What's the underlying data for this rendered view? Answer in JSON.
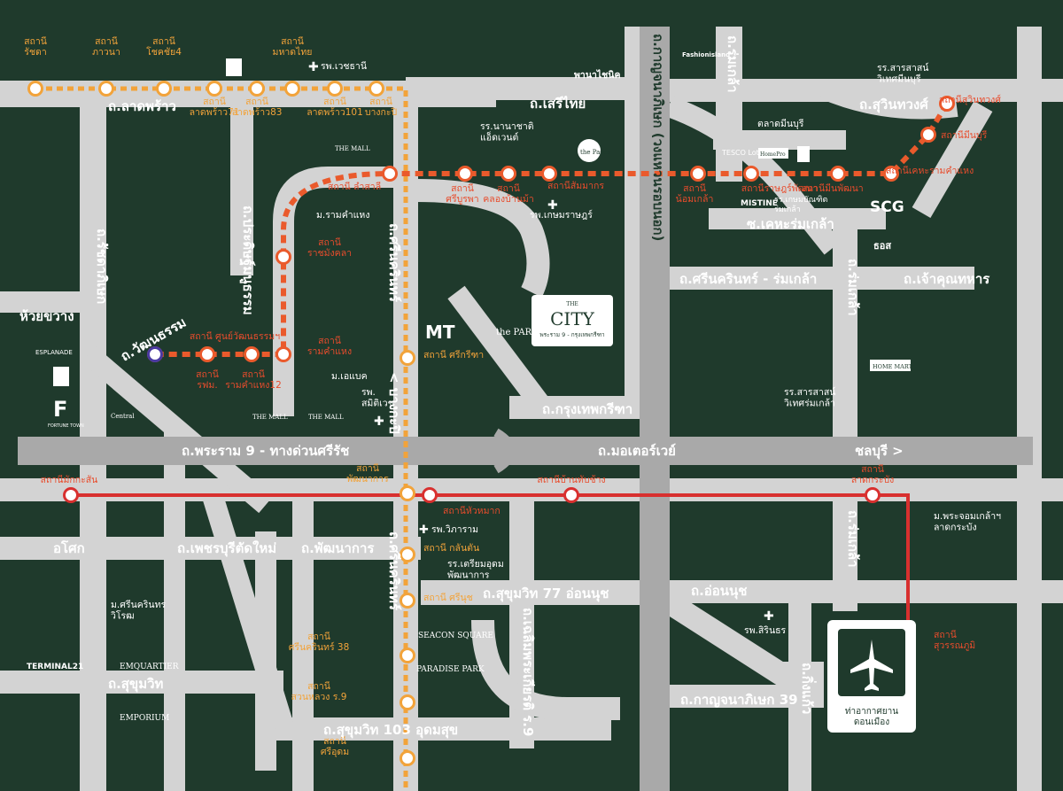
{
  "colors": {
    "background": "#1f3a2c",
    "road": "#d3d3d3",
    "expressway": "#a9a9a9",
    "yellow_line": "#f2a33a",
    "orange_line": "#ea5a2c",
    "red_line": "#d8302f",
    "purple_line": "#4a3aa2",
    "label_white": "#ffffff",
    "label_orange": "#f2a33a",
    "label_red": "#e84c2c"
  },
  "project": {
    "small": "THE",
    "name": "CITY",
    "subtitle": "พระราม 9 - กรุงเทพกรีฑา"
  },
  "roads": {
    "latphrao": "ถ.ลาดพร้าว",
    "seri_thai": "ถ.เสรีไทย",
    "phanachonik": "พานาไชนิค",
    "sukhaphiban": "ถ.สุวินทวงศ์",
    "ramindra_kanchana": "ถ.กาญจนาภิเษก (วงแหวนรอบนอก)",
    "ram_intra_short": "ถ.ร่มเกล้า",
    "nimit_mai": "ถ.ร่มเกล้า",
    "ket_ha": "ซ.เคหะร่มเกล้า",
    "srinakarin_romklao": "ถ.ศรีนครินทร์ - ร่มเกล้า",
    "chaokhun": "ถ.เจ้าคุณทหาร",
    "romklao_v": "ถ.ร่มเกล้า",
    "ratchada": "ถ.รัชดาภิเษก",
    "huai_khwang": "ห้วยขวาง",
    "prasert": "ถ.ประดิษฐ์มนูธรรม",
    "srinakarin": "ถ.ศรีนครินทร์",
    "bangkapi": "< บางกะปิ",
    "wattanatham": "ถ.วัฒนธรรม",
    "krungthep_kreetha": "ถ.กรุงเทพกรีฑา",
    "rama9": "ถ.พระราม 9 - ทางด่วนศรีรัช",
    "motorway": "ถ.มอเตอร์เวย์",
    "chonburi": "ชลบุรี >",
    "asoke": "อโศก",
    "phetchaburi": "ถ.เพชรบุรีตัดใหม่",
    "pattanakarn": "ถ.พัฒนาการ",
    "srinakarin2": "ถ.ศรีนครินทร์",
    "sukhumvit77": "ถ.สุขุมวิท 77 อ่อนนุช",
    "chaloem": "ถ.เฉลิมพระเกียรติ ร.9",
    "onnut": "ถ.อ่อนนุช",
    "romklao2": "ถ.ร่มเกล้า",
    "kingkaew": "ถ.กิ่งแก้ว",
    "kanchana39": "ถ.กาญจนาภิเษก 39",
    "sukhumvit": "ถ.สุขุมวิท",
    "sukhumvit103": "ถ.สุขุมวิท 103 อุดมสุข"
  },
  "yellow_stations": [
    {
      "l1": "สถานี",
      "l2": "รัชดา"
    },
    {
      "l1": "สถานี",
      "l2": "ภาวนา"
    },
    {
      "l1": "สถานี",
      "l2": "โชคชัย4"
    },
    {
      "l1": "สถานี",
      "l2": "ลาดพร้าว71"
    },
    {
      "l1": "สถานี",
      "l2": "ลาดพร้าว83"
    },
    {
      "l1": "สถานี",
      "l2": "มหาดไทย"
    },
    {
      "l1": "สถานี",
      "l2": "ลาดพร้าว101"
    },
    {
      "l1": "สถานี",
      "l2": "บางกะปิ"
    },
    {
      "l1": "สถานี ศรีกรีฑา"
    },
    {
      "l1": "สถานี",
      "l2": "พัฒนาการ"
    },
    {
      "l1": "สถานี กลันตัน"
    },
    {
      "l1": "สถานี ศรีนุช"
    },
    {
      "l1": "สถานี",
      "l2": "ศรีนครินทร์ 38"
    },
    {
      "l1": "สถานี",
      "l2": "สวนหลวง ร.9"
    },
    {
      "l1": "สถานี",
      "l2": "ศรีอุดม"
    }
  ],
  "orange_stations": [
    {
      "l1": "สถานีสุวินทวงศ์"
    },
    {
      "l1": "สถานีมีนบุรี"
    },
    {
      "l1": "สถานีเคหะรามคำแหง"
    },
    {
      "l1": "สถานีมีนพัฒนา"
    },
    {
      "l1": "สถานีราษฎร์พัฒนา"
    },
    {
      "l1": "สถานี",
      "l2": "น้อมเกล้า"
    },
    {
      "l1": "สถานีสัมมากร"
    },
    {
      "l1": "สถานี",
      "l2": "คลองบ้านม้า"
    },
    {
      "l1": "สถานี",
      "l2": "ศรีบูรพา"
    },
    {
      "l1": "สถานี ลำสาลี"
    },
    {
      "l1": "สถานี",
      "l2": "ราชมังคลา"
    },
    {
      "l1": "สถานี",
      "l2": "รามคำแหง"
    },
    {
      "l1": "สถานี",
      "l2": "รามคำแหง12"
    },
    {
      "l1": "สถานี",
      "l2": "รฟม."
    },
    {
      "l1": "สถานี ศูนย์วัฒนธรรมฯ"
    }
  ],
  "red_stations": [
    {
      "l1": "สถานีมักกะสัน"
    },
    {
      "l1": "สถานีหัวหมาก"
    },
    {
      "l1": "สถานีบ้านทับช้าง"
    },
    {
      "l1": "สถานี",
      "l2": "ลาดกระบัง"
    },
    {
      "l1": "สถานี",
      "l2": "สุวรรณภูมิ"
    }
  ],
  "places": {
    "vejthani": "รพ.เวชธานี",
    "satri_sarasas_minburi": "รร.สารสาสน์\nวิเทศมีนบุรี",
    "nanachart": "รร.นานาชาติ\nแอ็ดเวนต์",
    "ramkhamhaeng_u": "ม.รามคำแหง",
    "kasemrad": "รพ.เกษมราษฎร์",
    "minburi_market": "ตลาดมีนบุรี",
    "kasem_bundit": "รร.เกษมบัณฑิต\nร่มเกล้า",
    "assumption": "ม.เอแบค",
    "samitivej": "รพ.\nสมิติเวช",
    "satri_romklao": "รร.สารสาสน์\nวิเทศร่มเกล้า",
    "vibharam": "รพ.วิภาราม",
    "triam_udom": "รร.เตรียมอุดม\nพัฒนาการ",
    "kmitl": "ม.พระจอมเกล้าฯ\nลาดกระบัง",
    "sirindhorn": "รพ.สิรินธร",
    "srinakarin_u": "ม.ศรีนครินทร\nวิโรฒ",
    "airport": "ท่าอากาศยาน\nดอนเมือง"
  },
  "brands": {
    "fashion_island": "Fashionisland",
    "the_mall": "THE MALL",
    "the_paseo": "the Paseo",
    "tesco": "TESCO Lotus",
    "homepro": "HomePro",
    "mistine": "MISTINE",
    "scg": "SCG",
    "home_mart": "HOME MART",
    "esplanade": "ESPLANADE",
    "central": "Central",
    "fortune": "FORTUNE TOWN",
    "mt": "MT",
    "the_park": "the PARK",
    "seacon": "SEACON SQUARE",
    "paradise": "PARADISE PARK",
    "terminal21": "TERMINAL21",
    "emquartier": "EMQUARTIER",
    "emporium": "EMPORIUM",
    "tos": "ธอส"
  }
}
